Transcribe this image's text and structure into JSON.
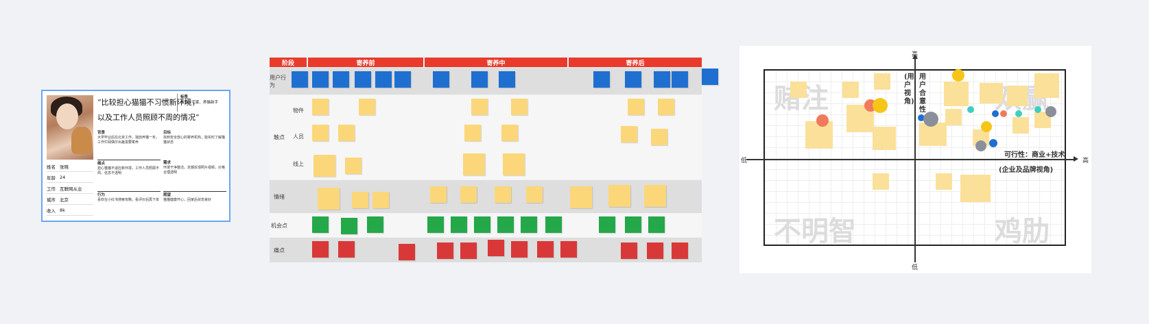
{
  "persona": {
    "quote_line1": "“比较担心猫猫不习惯新环境，",
    "quote_line2": "以及工作人员照顾不周的情况”",
    "tags_label": "标签",
    "tags": "爱猫、宅家、养猫新手",
    "info": [
      {
        "k": "姓名",
        "v": "张晓"
      },
      {
        "k": "年龄",
        "v": "24"
      },
      {
        "k": "工作",
        "v": "互联网从业"
      },
      {
        "k": "城市",
        "v": "北京"
      },
      {
        "k": "收入",
        "v": "8k"
      }
    ],
    "sections": [
      {
        "h": "背景",
        "t": "大学毕业后在北京工作，独自养猫一年，工作忙碌偶尔出差需要寄养"
      },
      {
        "h": "目标",
        "t": "找到安全放心的寄养机构，能实时了解猫猫状态"
      },
      {
        "h": "痛点",
        "t": "担心猫猫不适应新环境，工作人员照顾不周，信息不透明"
      },
      {
        "h": "需求",
        "t": "环境干净整洁，定期反馈照片视频，价格合理透明"
      },
      {
        "h": "行为",
        "t": "喜欢在小红书搜索攻略，看评价后再下单"
      },
      {
        "h": "期望",
        "t": "猫猫健康开心，回家后状态良好"
      }
    ]
  },
  "journey": {
    "headers": [
      {
        "label": "阶段"
      },
      {
        "label": "寄养前"
      },
      {
        "label": "寄养中"
      },
      {
        "label": "寄养后"
      }
    ],
    "rows": {
      "behavior": "用户行为",
      "touch": "触点",
      "touch_subs": [
        "物件",
        "人员",
        "线上"
      ],
      "emotion": "情绪",
      "opportunity": "机会点",
      "pain": "痛点"
    }
  },
  "matrix": {
    "axis_top": "高",
    "axis_bottom": "低",
    "axis_left": "低",
    "axis_right": "高",
    "y_title": "用户合意性",
    "y_sub": "(用户视角)",
    "x_title": "可行性：商业+技术",
    "x_sub": "(企业及品牌视角)",
    "quadrants": {
      "tl": "赌注",
      "tr": "双赢",
      "bl": "不明智",
      "br": "鸡肋"
    }
  },
  "colors": {
    "header_red": "#e83b2c",
    "sticky_yellow": "#fbd77a",
    "sticky_blue": "#1f6fd1",
    "sticky_green": "#24a84a",
    "sticky_red": "#d93838"
  }
}
